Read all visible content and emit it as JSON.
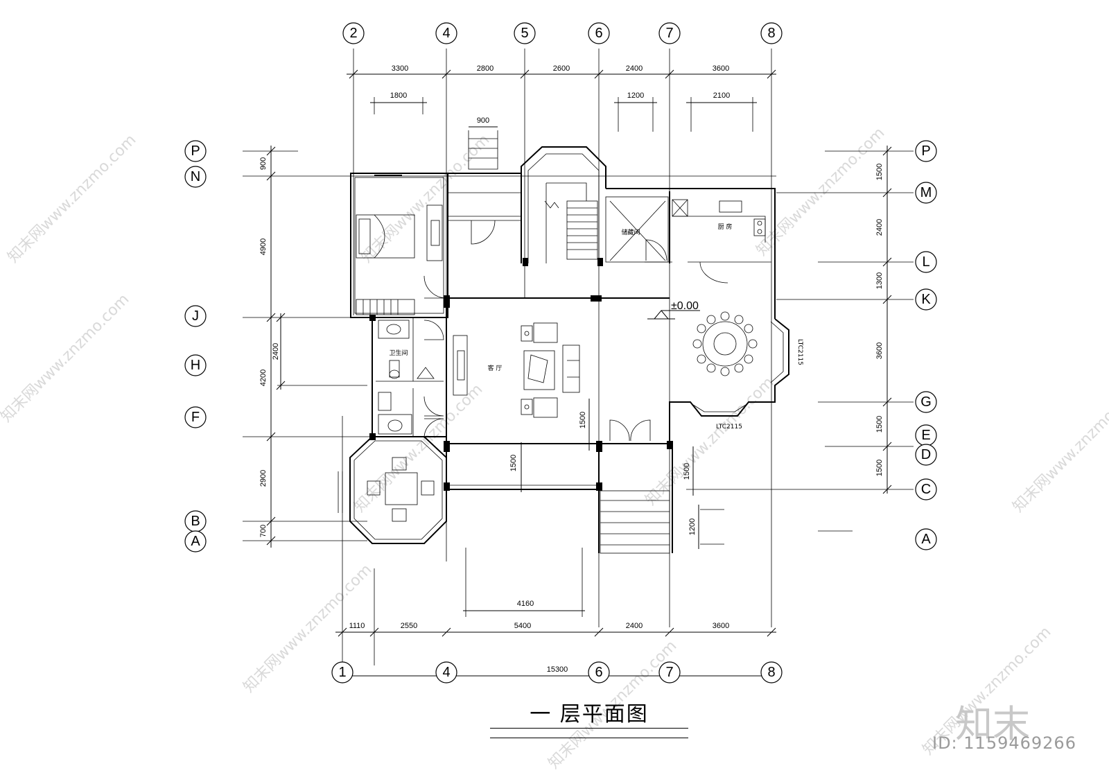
{
  "drawing": {
    "title": "一   层平面图",
    "elevation_mark": "±0.00",
    "rooms": {
      "living_room": "客 厅",
      "bathroom": "卫生间",
      "storage": "储藏间",
      "kitchen": "厨 房"
    },
    "window_tags": {
      "bay_window_right": "LTC2115",
      "bay_window_bottom": "LTC2115"
    }
  },
  "axes": {
    "top": [
      "2",
      "4",
      "5",
      "6",
      "7",
      "8"
    ],
    "bottom": [
      "1",
      "4",
      "6",
      "7",
      "8"
    ],
    "left": [
      "P",
      "N",
      "J",
      "H",
      "F",
      "B",
      "A"
    ],
    "right": [
      "P",
      "M",
      "L",
      "K",
      "G",
      "E",
      "D",
      "C",
      "A"
    ]
  },
  "dimensions": {
    "top_overall": [
      "3300",
      "2800",
      "2600",
      "2400",
      "3600"
    ],
    "top_openings": [
      "1800",
      "900",
      "1200",
      "2100"
    ],
    "bottom_segments": [
      "1110",
      "2550",
      "5400",
      "2400",
      "3600"
    ],
    "bottom_total": "15300",
    "bottom_inner": "4160",
    "left_outer": [
      "900",
      "4900",
      "4200",
      "2900",
      "700"
    ],
    "left_inner": "2400",
    "right_side": [
      "1500",
      "2400",
      "1300",
      "3600",
      "1500",
      "1500"
    ],
    "interior": [
      "1500",
      "1500",
      "1500",
      "1200"
    ]
  },
  "watermark": {
    "site": "知末网www.znzmo.com",
    "brand": "知末",
    "id": "ID: 1159469266"
  }
}
